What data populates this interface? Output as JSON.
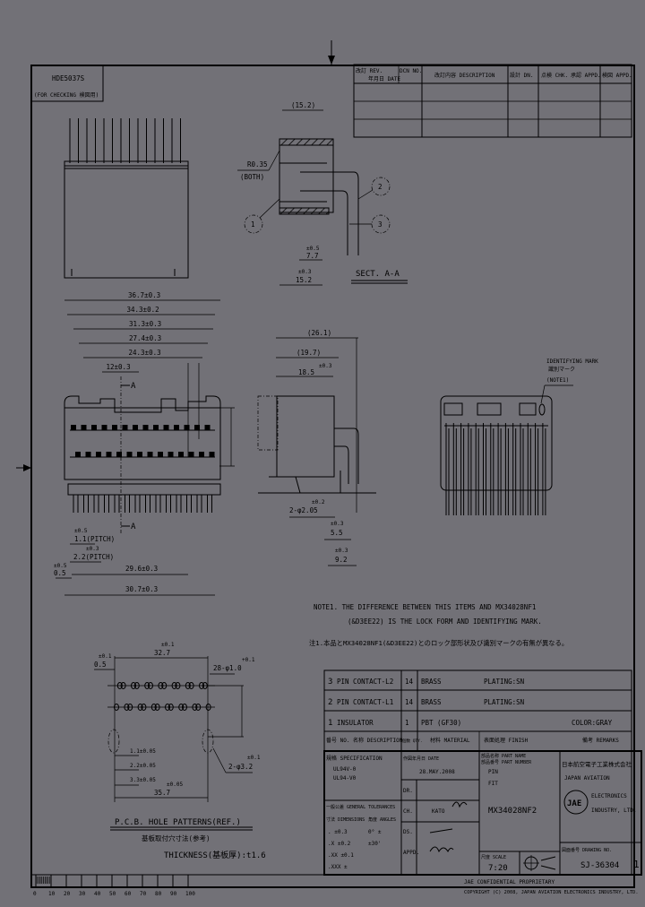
{
  "stamp": {
    "code": "HDE5037S",
    "label": "(FOR CHECKING 検図用)"
  },
  "revision_table": {
    "headers": [
      "改訂 REV.",
      "年月日 DATE",
      "DCN NO.",
      "改訂内容 DESCRIPTION",
      "設計 DN.",
      "点検 CHK.",
      "承認 APPD.",
      "検図 APPD."
    ]
  },
  "section_view": {
    "title": "SECT. A-A",
    "dims": [
      "(15.2)",
      "R0.35",
      "(BOTH)",
      "±0.5",
      "7.7",
      "±0.3",
      "15.2"
    ],
    "balloons": [
      "1",
      "2",
      "3"
    ]
  },
  "front_view": {
    "dims": [
      "36.7±0.3",
      "34.3±0.2",
      "31.3±0.3",
      "27.4±0.3",
      "24.3±0.3",
      "12±0.3",
      "±0.5",
      "1.1(PITCH)",
      "±0.3",
      "2.2(PITCH)",
      "±0.5",
      "0.5",
      "29.6±0.3",
      "30.7±0.3"
    ],
    "section_marks": [
      "A",
      "A"
    ]
  },
  "side_view": {
    "dims": [
      "(26.1)",
      "(19.7)",
      "18.5",
      "±0.3",
      "±0.2",
      "2-φ2.05",
      "±0.3",
      "5.5",
      "±0.3",
      "9.2"
    ]
  },
  "rear_view": {
    "mark_label": [
      "IDENTIFYING MARK",
      "識別マーク",
      "(NOTE1)"
    ]
  },
  "note": {
    "line1": "NOTE1. THE DIFFERENCE BETWEEN THIS ITEMS AND MX34028NF1",
    "line2": "(&D3EE22) IS THE LOCK FORM AND IDENTIFYING MARK.",
    "line3": "注1.本品とMX34028NF1(&D3EE22)とのロック部形状及び識別マークの有無が異なる。"
  },
  "pcb": {
    "dims": [
      "±0.1",
      "32.7",
      "±0.1",
      "0.5",
      "28-φ1.0",
      "+0.1",
      "1.1±0.05",
      "2.2±0.05",
      "3.3±0.05",
      "±0.05",
      "35.7",
      "±0.1",
      "2-φ3.2"
    ],
    "title": "P.C.B. HOLE PATTERNS(REF.)",
    "title_jp": "基板取付穴寸法(参考)",
    "thickness": "THICKNESS(基板厚):t1.6"
  },
  "parts_list": {
    "rows": [
      {
        "no": "3",
        "description": "PIN CONTACT-L2",
        "qty": "14",
        "material": "BRASS",
        "finish": "PLATING:SN",
        "remarks": ""
      },
      {
        "no": "2",
        "description": "PIN CONTACT-L1",
        "qty": "14",
        "material": "BRASS",
        "finish": "PLATING:SN",
        "remarks": ""
      },
      {
        "no": "1",
        "description": "INSULATOR",
        "qty": "1",
        "material": "PBT (GF30)",
        "finish": "",
        "remarks": "COLOR:GRAY"
      }
    ],
    "headers": {
      "no": "番号 NO.",
      "description": "名称 DESCRIPTION",
      "qty": "個数 QTY.",
      "material": "材料 MATERIAL",
      "finish": "表面処理 FINISH",
      "remarks": "備考 REMARKS"
    }
  },
  "title_block": {
    "spec_label": "規格 SPECIFICATION",
    "spec": [
      "UL94V-0",
      "UL94-V0"
    ],
    "date_label": "作図年月日 DATE",
    "date": "28.MAY.2008",
    "roles": [
      "DR.",
      "CH.",
      "DS.",
      "APPD."
    ],
    "checker": "KATO",
    "tol_label": "一般公差 GENERAL TOLERANCES",
    "tol_dim_label": "寸法 DIMENSIONS",
    "tol_ang_label": "角度 ANGLES",
    "tol_rows": [
      ".  ±0.3",
      ".X ±0.2",
      ".XX ±0.1",
      ".XXX ±"
    ],
    "tol_ang": [
      "0° ±",
      "±30'"
    ],
    "part_name_label": "部品名称 PART NAME",
    "part_number_label": "部品番号 PART NUMBER",
    "part_sub": "PIN",
    "part_fit": "FIT",
    "part_number": "MX34028NF2",
    "scale_label": "尺度 SCALE",
    "scale": "7:20",
    "company_jp": "日本航空電子工業株式会社",
    "company_en": [
      "JAPAN AVIATION",
      "ELECTRONICS",
      "INDUSTRY, LTD."
    ],
    "drawing_no_label": "図面番号 DRAWING NO.",
    "drawing_no": "SJ-36304",
    "sheet": "1",
    "confidential": "JAE CONFIDENTIAL PROPRIETARY",
    "copyright": "COPYRIGHT (C) 2008, JAPAN AVIATION ELECTRONICS INDUSTRY, LTD."
  },
  "ruler": {
    "labels": [
      "0",
      "10",
      "20",
      "30",
      "40",
      "50",
      "60",
      "70",
      "80",
      "90",
      "100"
    ]
  }
}
